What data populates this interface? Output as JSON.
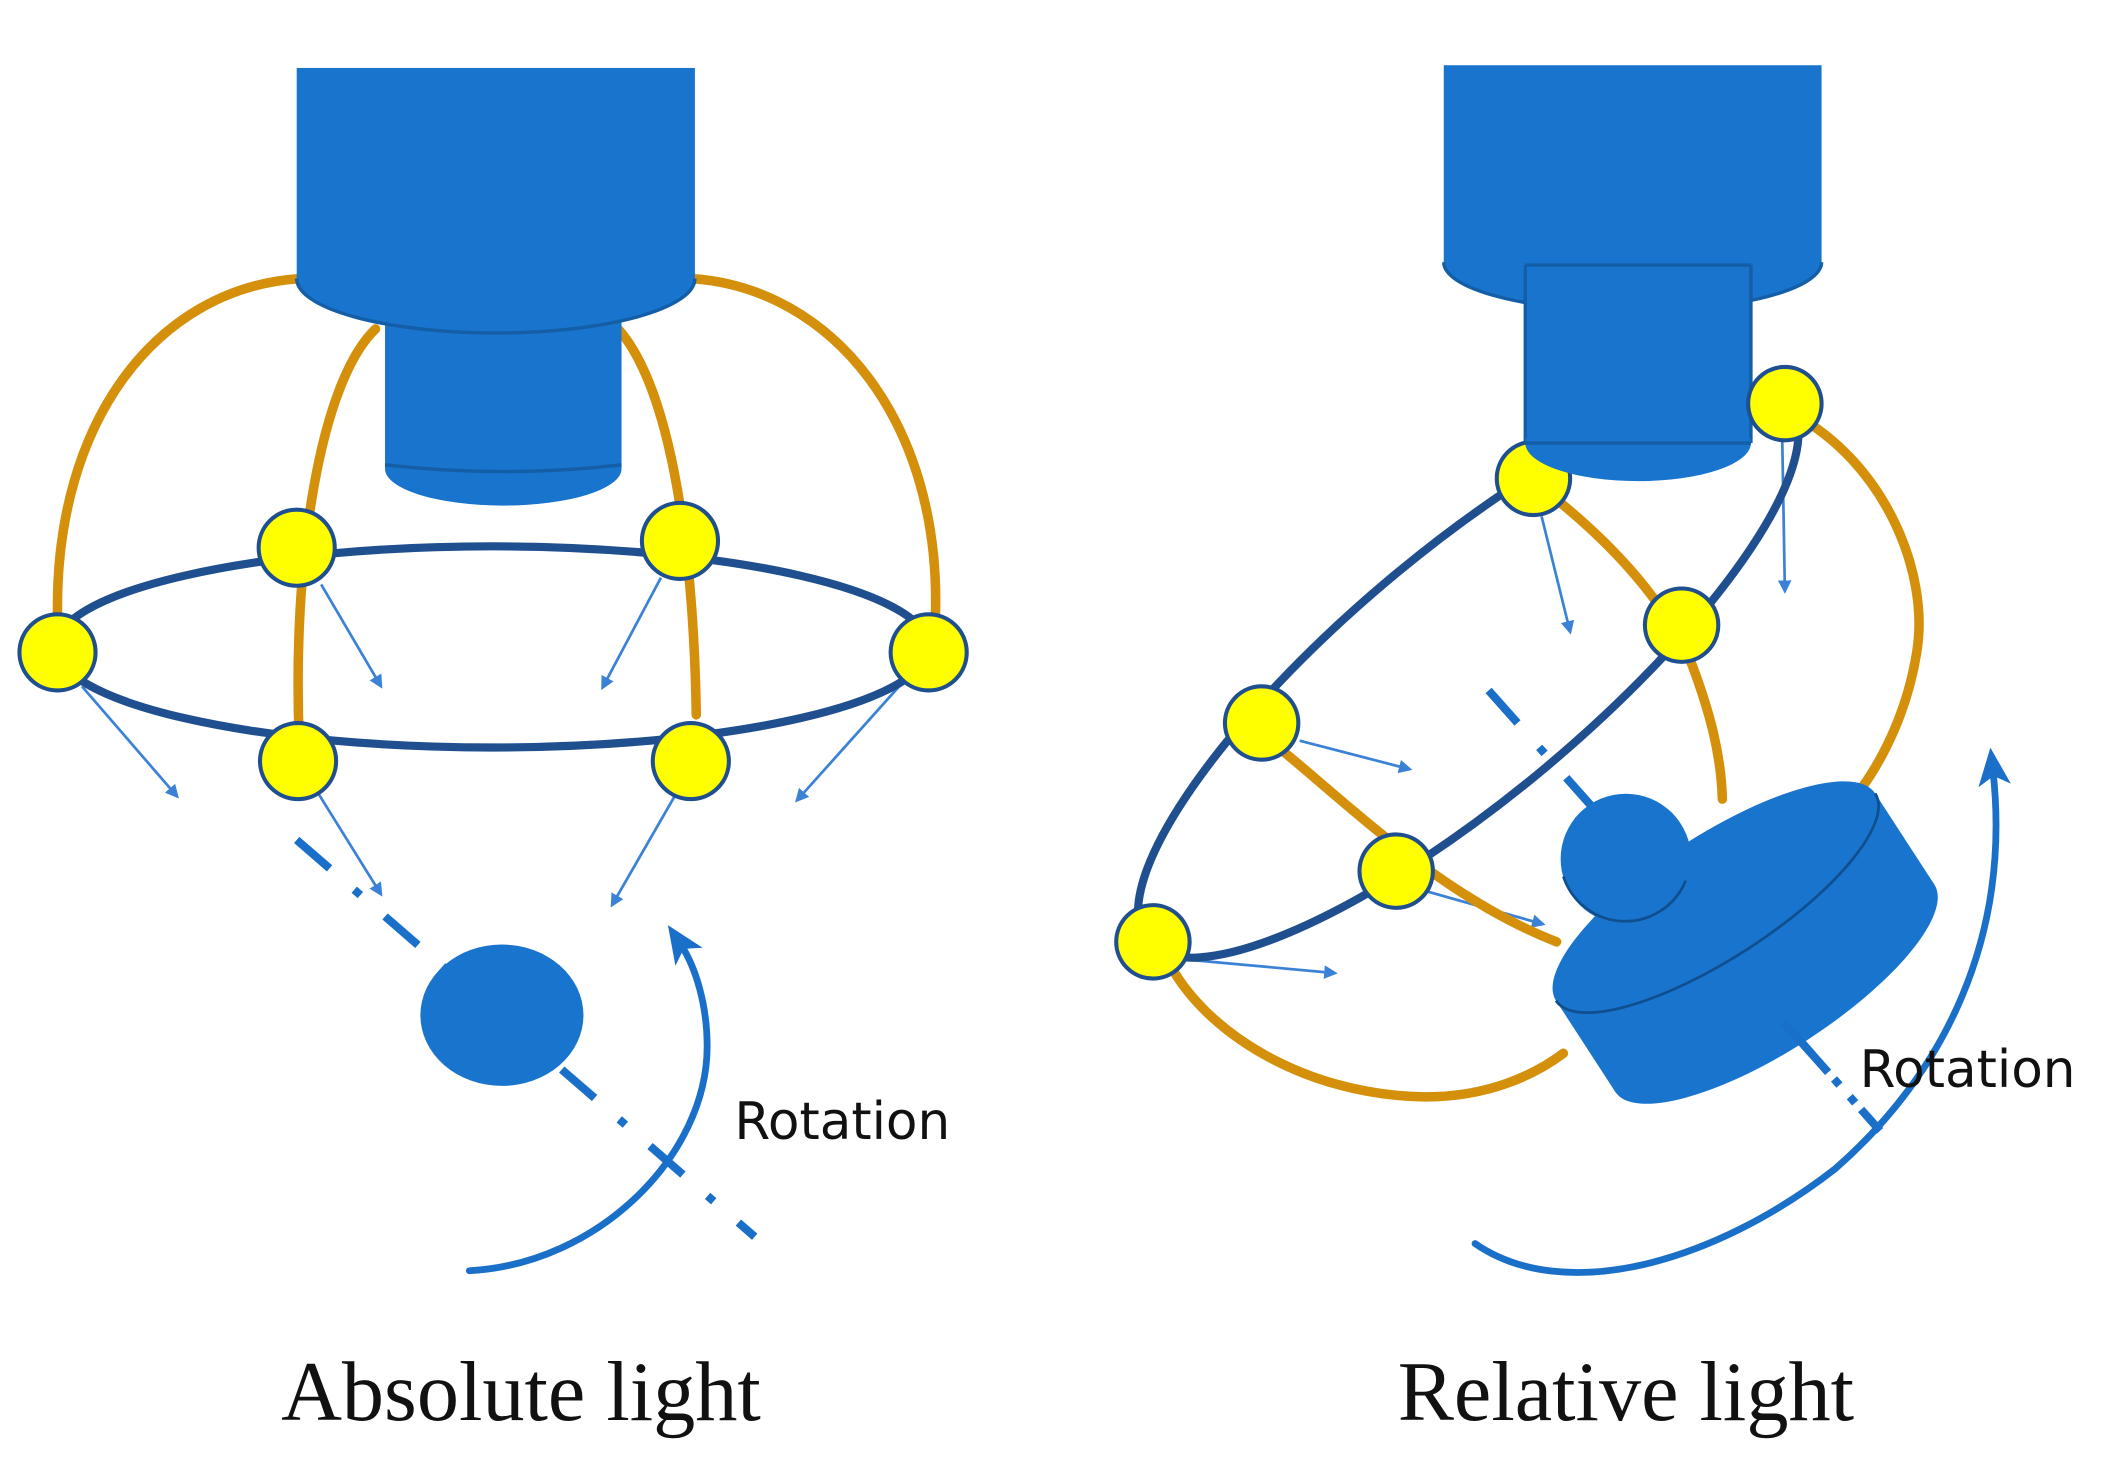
{
  "panels": [
    {
      "caption": "Absolute light",
      "rotation_label": "Rotation"
    },
    {
      "caption": "Relative light",
      "rotation_label": "Rotation"
    }
  ],
  "colors": {
    "camera": "#1874cd",
    "ring": "#1f4f8f",
    "wire": "#d4900a",
    "light": "#ffff00",
    "ray": "#3b82d6",
    "axis": "#1a70c8",
    "object": "#1874cd"
  }
}
